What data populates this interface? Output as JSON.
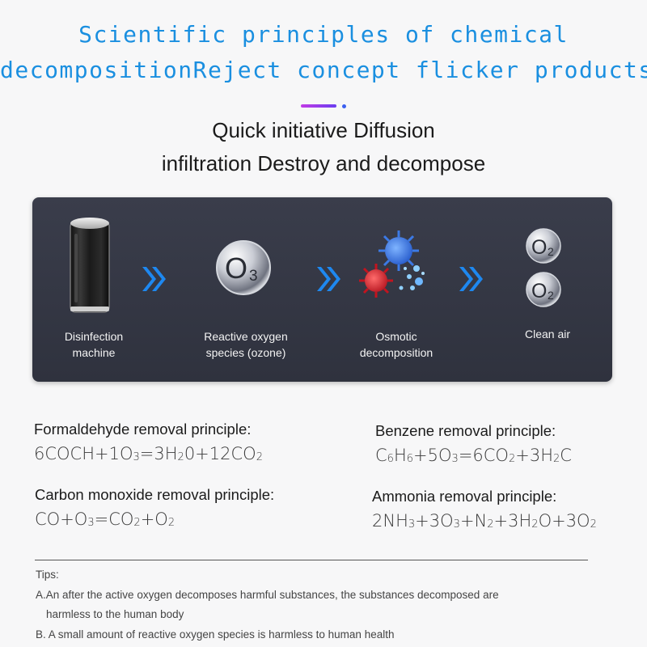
{
  "header": {
    "line1": "Scientific principles of chemical",
    "line2": "decompositionReject concept flicker products",
    "sub1": "Quick initiative Diffusion",
    "sub2": "infiltration Destroy and decompose"
  },
  "process": {
    "steps": [
      {
        "label1": "Disinfection",
        "label2": "machine",
        "icon": "disinfection-machine-icon"
      },
      {
        "label1": "Reactive oxygen",
        "label2": "species (ozone)",
        "icon": "ozone-bubble-icon",
        "badge_main": "O",
        "badge_sub": "3"
      },
      {
        "label1": "Osmotic",
        "label2": "decomposition",
        "icon": "germs-icon"
      },
      {
        "label1": "Clean air",
        "label2": "",
        "icon": "oxygen-bubbles-icon",
        "badge_main": "O",
        "badge_sub": "2"
      }
    ],
    "arrow_color": "#1e88f0"
  },
  "formulas": {
    "formaldehyde": {
      "title": "Formaldehyde removal principle:",
      "eq": [
        "6COCH+1O",
        "3",
        "=3H",
        "2",
        "0+12CO",
        "2"
      ]
    },
    "benzene": {
      "title": "Benzene removal principle:",
      "eq": [
        "C",
        "6",
        "H",
        "6",
        "+5O",
        "3",
        "=6CO",
        "2",
        "+3H",
        "2",
        "C"
      ]
    },
    "carbon_monoxide": {
      "title": "Carbon monoxide removal principle:",
      "eq": [
        "CO+O",
        "3",
        "=CO",
        "2",
        "+O",
        "2"
      ]
    },
    "ammonia": {
      "title": "Ammonia removal principle:",
      "eq": [
        "2NH",
        "3",
        "+3O",
        "3",
        "+N",
        "2",
        "+3H",
        "2",
        "O+3O",
        "2"
      ]
    }
  },
  "tips": {
    "title": "Tips:",
    "a_line1": "A.An after the active oxygen decomposes harmful substances, the substances decomposed are",
    "a_line2": "harmless to the human body",
    "b": "B. A small amount of reactive oxygen species is harmless to human health"
  },
  "colors": {
    "headline": "#1a8fe0",
    "panel": "#343744"
  }
}
